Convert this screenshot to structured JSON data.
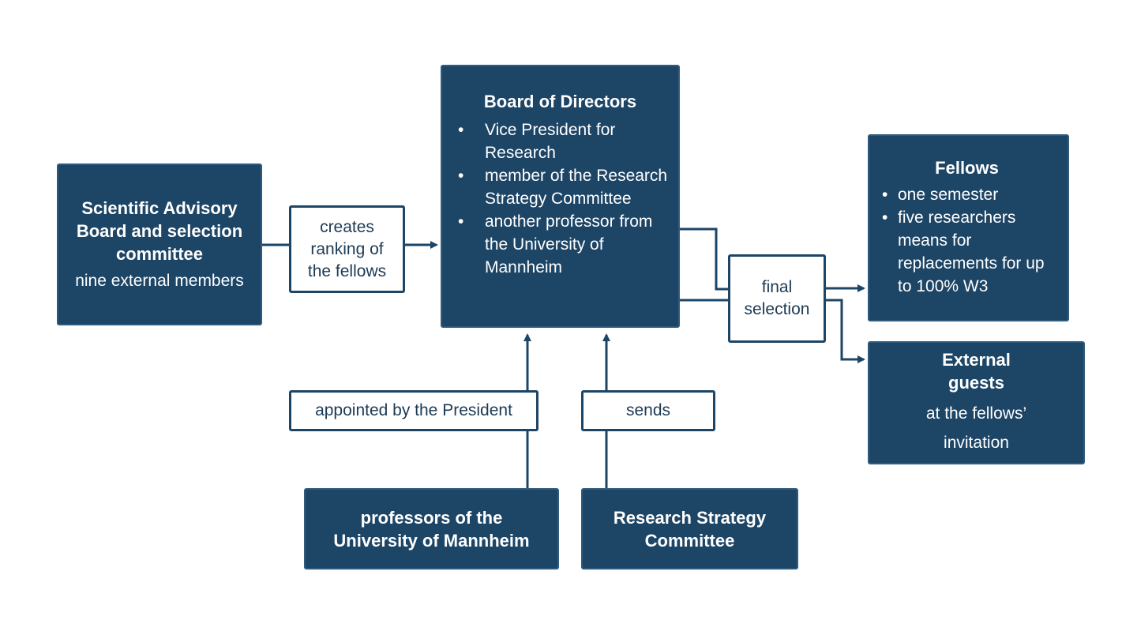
{
  "colors": {
    "box_fill": "#1d4566",
    "box_text": "#ffffff",
    "connector": "#1d4566",
    "label_border": "#1d4566",
    "label_text": "#1d3a54"
  },
  "scientific_advisory_board": {
    "title": "Scientific Advisory Board and selection committee",
    "subtitle": "nine external members"
  },
  "board_of_directors": {
    "title": "Board of Directors",
    "items": [
      "Vice President for Research",
      "member of the Research Strategy Committee",
      "another professor from the University of Mannheim"
    ]
  },
  "fellows": {
    "title": "Fellows",
    "items": [
      "one semester",
      "five researchers means for replacements for up to 100% W3"
    ]
  },
  "external_guests": {
    "title": "External guests",
    "subtitle": "at the fellows’ invitation"
  },
  "professors": {
    "title": "professors of the University of Mannheim"
  },
  "research_strategy_committee": {
    "title": "Research Strategy Committee"
  },
  "labels": {
    "creates_ranking": "creates ranking of the fellows",
    "final_selection": "final selection",
    "appointed_by": "appointed by the President",
    "sends": "sends"
  }
}
